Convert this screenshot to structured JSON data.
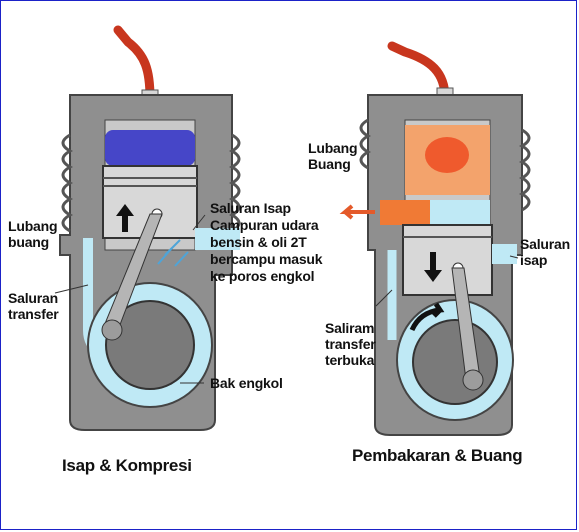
{
  "colors": {
    "frame": "#1b22c8",
    "cylinder": "#8e8e8e",
    "cylinder_dark": "#5f5f5f",
    "mixture": "#bfe9f5",
    "combustion": "#f3a36c",
    "exhaust": "#f07a35",
    "compress": "#4646c8",
    "spark_wire": "#c8361e"
  },
  "labels": {
    "lubang_buang_left": "Lubang\nbuang",
    "saluran_transfer_left": "Saluran\ntransfer",
    "saluran_isap_center": "Saluran Isap\nCampuran udara\nbensin & oli 2T\nbercampu masuk\nke poros engkol",
    "bak_engkol": "Bak engkol",
    "lubang_buang_right": "Lubang\nBuang",
    "saluran_isap_right": "Saluran\nisap",
    "saliram_transfer": "Saliram\ntransfer\nterbuka"
  },
  "captions": {
    "left": "Isap & Kompresi",
    "right": "Pembakaran & Buang"
  }
}
